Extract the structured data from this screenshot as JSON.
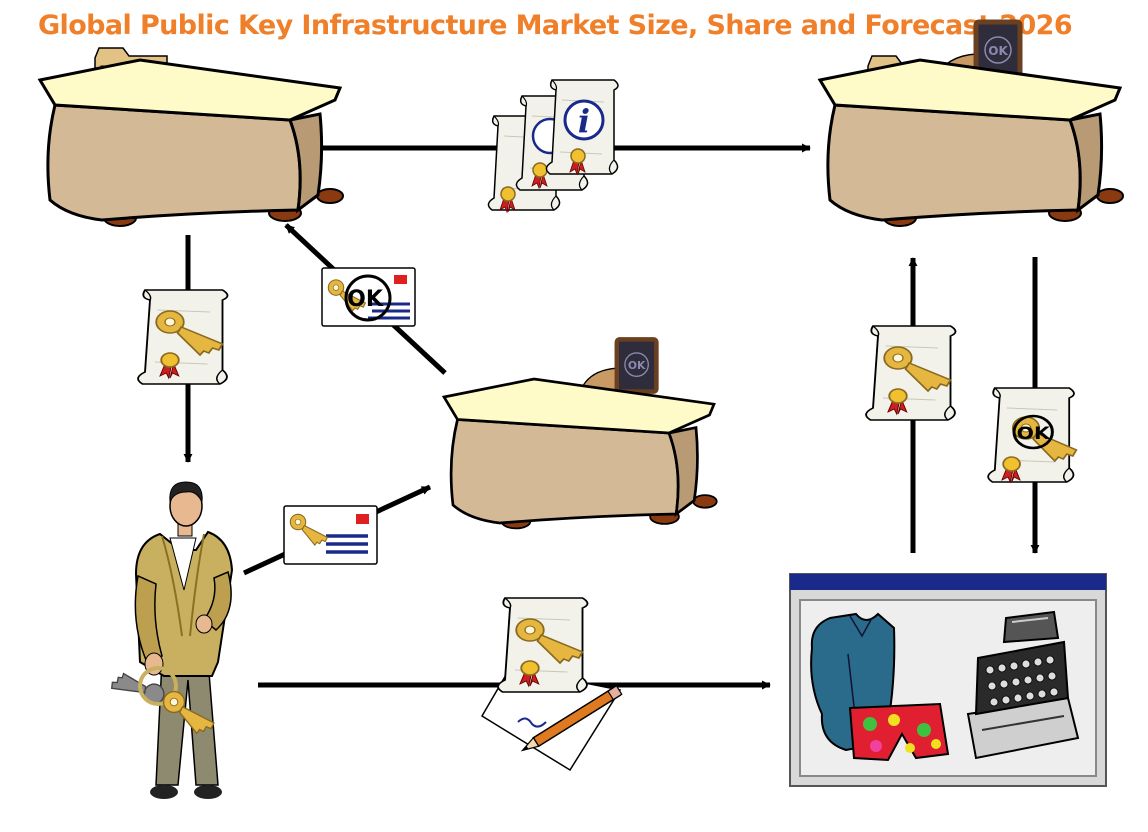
{
  "title": "Global Public Key Infrastructure Market Size, Share and Forecast 2026",
  "colors": {
    "title": "#f07f2a",
    "desk_body": "#d4b996",
    "desk_top": "#fffbc8",
    "desk_feet": "#8a3a10",
    "paper": "#f0f0e8",
    "key": "#e6b740",
    "seal_ribbon": "#cc2020",
    "window_bar": "#1a2a8a",
    "ok_stamp": "#4a4a6a",
    "envelope_stripe": "#1a2a8a",
    "envelope_stamp": "#e02020"
  },
  "labels": {
    "ok": "OK",
    "info": "i"
  },
  "icons": {
    "desk_top_left": "desk-with-folder-icon",
    "desk_top_right": "desk-with-folder-and-stamp-icon",
    "desk_center": "desk-with-stamp-icon",
    "scrolls_info": "info-certificate-scrolls-icon",
    "envelope_ok": "ok-envelope-icon",
    "envelope_key": "key-envelope-icon",
    "cert_left": "key-certificate-icon",
    "cert_right": "key-certificate-icon",
    "cert_ok": "ok-key-certificate-icon",
    "cert_signed": "signed-key-certificate-icon",
    "person": "businessman-with-keys-icon",
    "shop": "shop-window-icon"
  }
}
